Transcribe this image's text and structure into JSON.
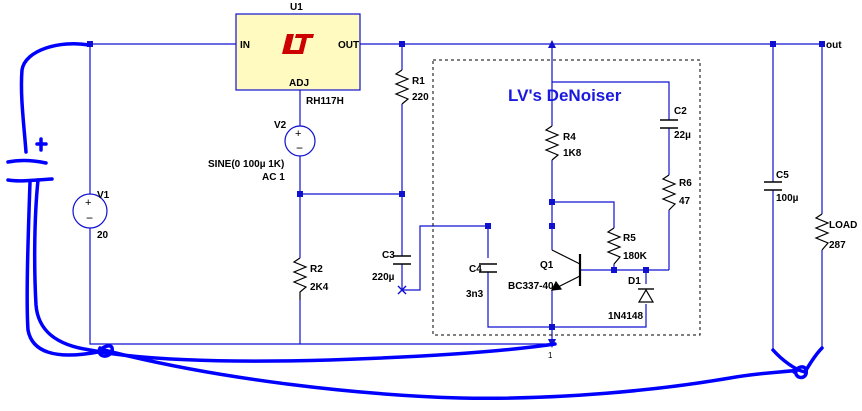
{
  "colors": {
    "wire": "#1010d0",
    "regulator_fill": "#fffbc0",
    "ink": "#000000",
    "title": "#1a1add",
    "hand_drawn": "#0000ff"
  },
  "regulator": {
    "ref": "U1",
    "part": "RH117H",
    "pin_in": "IN",
    "pin_out": "OUT",
    "pin_adj": "ADJ",
    "logo": "LT"
  },
  "v1": {
    "ref": "V1",
    "value": "20"
  },
  "v2": {
    "ref": "V2",
    "value": "SINE(0 100µ 1K)",
    "ac": "AC 1"
  },
  "r1": {
    "ref": "R1",
    "value": "220"
  },
  "r2": {
    "ref": "R2",
    "value": "2K4"
  },
  "c3": {
    "ref": "C3",
    "value": "220µ"
  },
  "denoiser_title": "LV's DeNoiser",
  "r4": {
    "ref": "R4",
    "value": "1K8"
  },
  "c2": {
    "ref": "C2",
    "value": "22µ"
  },
  "r6": {
    "ref": "R6",
    "value": "47"
  },
  "r5": {
    "ref": "R5",
    "value": "180K"
  },
  "c4": {
    "ref": "C4",
    "value": "3n3"
  },
  "q1": {
    "ref": "Q1",
    "value": "BC337-40"
  },
  "d1": {
    "ref": "D1",
    "value": "1N4148"
  },
  "c5": {
    "ref": "C5",
    "value": "100µ"
  },
  "load": {
    "ref": "LOAD",
    "value": "287"
  },
  "out_label": "out",
  "ground_marker": "1",
  "battery_plus": "+"
}
